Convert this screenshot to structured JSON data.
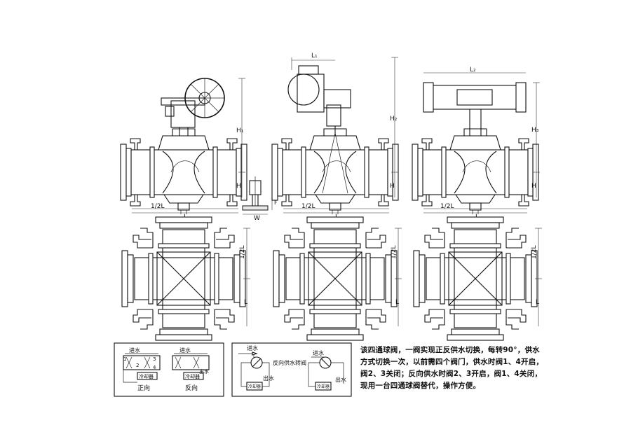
{
  "labels": {
    "L": "L",
    "half_L": "1/2L",
    "H": "H",
    "H1": "H₁",
    "H2": "H₂",
    "H3": "H₃",
    "L1": "L₁",
    "L2": "L₂",
    "W": "W",
    "F": "F"
  },
  "schematic_left": {
    "inlet": "进水",
    "outlet": "出水",
    "unit": "冷却器",
    "port_marks": [
      "1",
      "2",
      "3",
      "4"
    ],
    "forward": "正向",
    "reverse": "反向"
  },
  "schematic_mid": {
    "inlet": "进水",
    "outlet": "出水",
    "caption": "反向供水转阀",
    "unit": "冷却器"
  },
  "description": "该四通球阀，一阀实现正反供水切换，每转90°，供水方式切换一次，以前需四个阀门，供水时阀1、4开启，阀2、3关闭；反向供水时阀2、3开启，阀1、4关闭，现用一台四通球阀替代，操作方便。"
}
